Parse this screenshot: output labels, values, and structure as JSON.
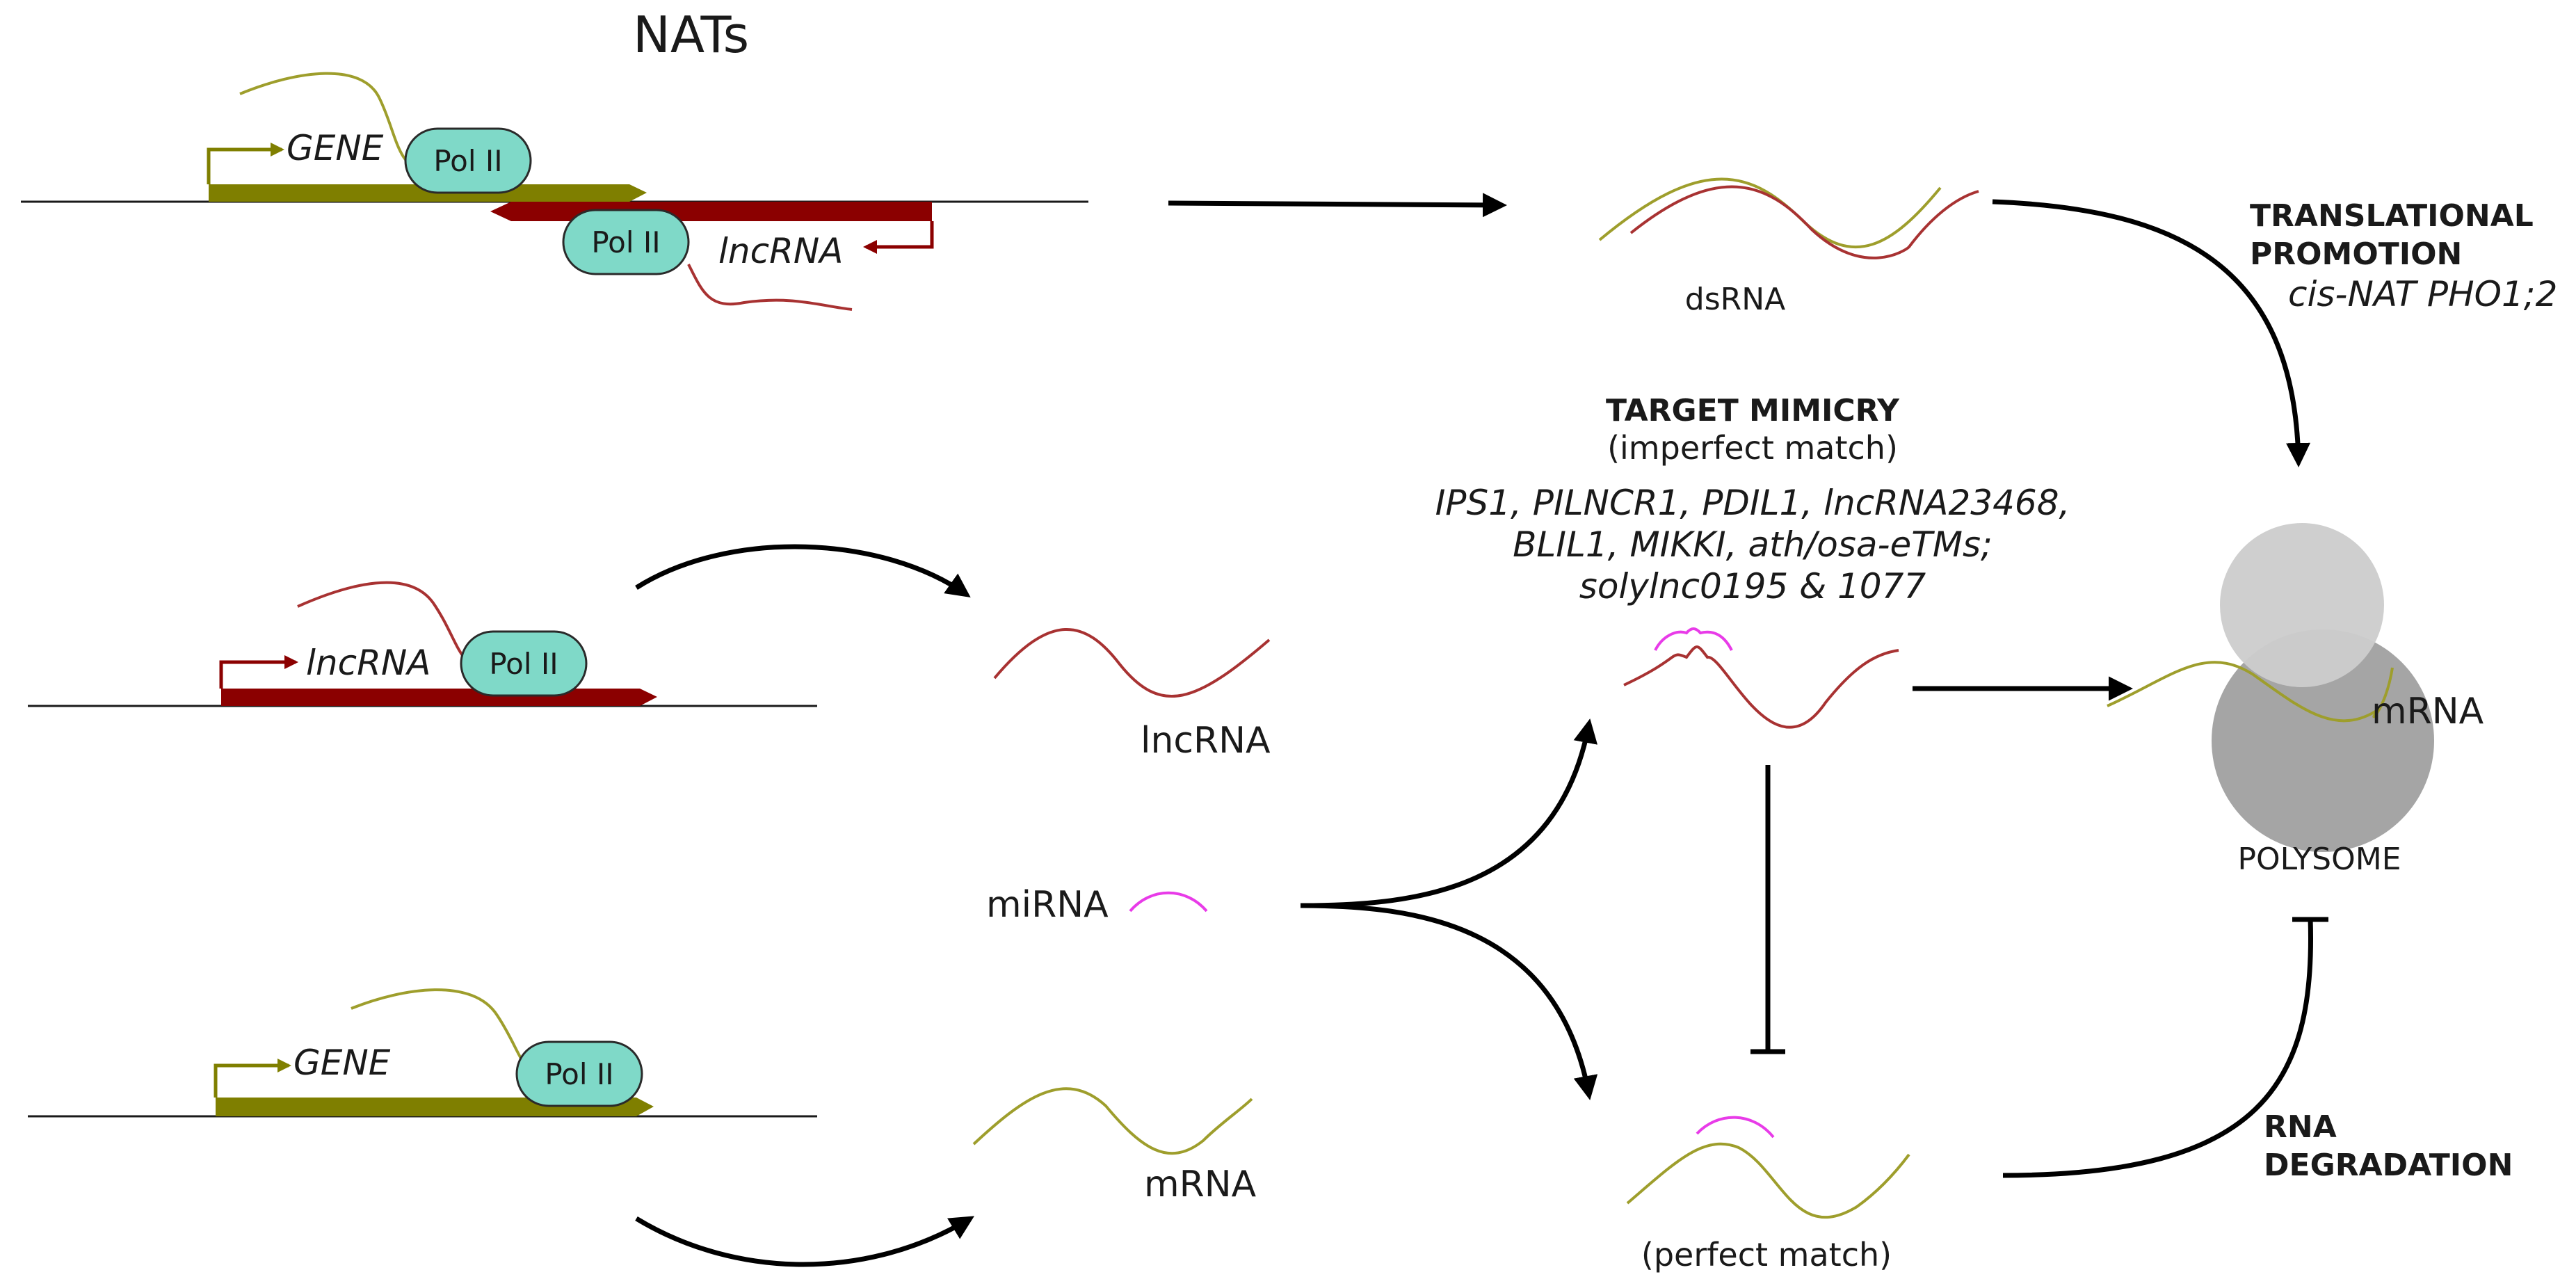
{
  "title": "NATs",
  "labels": {
    "gene": "GENE",
    "lncrna_italic": "lncRNA",
    "pol": "Pol II",
    "dsrna": "dsRNA",
    "lncrna": "lncRNA",
    "mirna": "miRNA",
    "mrna": "mRNA",
    "mrna_polysome": "mRNA",
    "polysome": "POLYSOME",
    "perfect_match": "(perfect match)"
  },
  "target_mimicry": {
    "heading": "TARGET MIMICRY",
    "subheading": "(imperfect match)",
    "examples_line1": "IPS1, PILNCR1, PDIL1, lncRNA23468,",
    "examples_line2": "BLIL1, MIKKI, ath/osa-eTMs;",
    "examples_line3": "solylnc0195 & 1077"
  },
  "translational_promotion": {
    "line1": "TRANSLATIONAL",
    "line2": "PROMOTION",
    "example": "cis-NAT PHO1;2"
  },
  "rna_degradation": {
    "line1": "RNA",
    "line2": "DEGRADATION"
  },
  "colors": {
    "gene": "#7f7f00",
    "gene_rna": "#9e9e2c",
    "lncrna": "#8b0000",
    "lncrna_rna": "#a83232",
    "pol": "#7fd9c8",
    "mirna": "#e83be8",
    "polysome_light": "#cccccc",
    "polysome_dark": "#9b9b9b"
  }
}
